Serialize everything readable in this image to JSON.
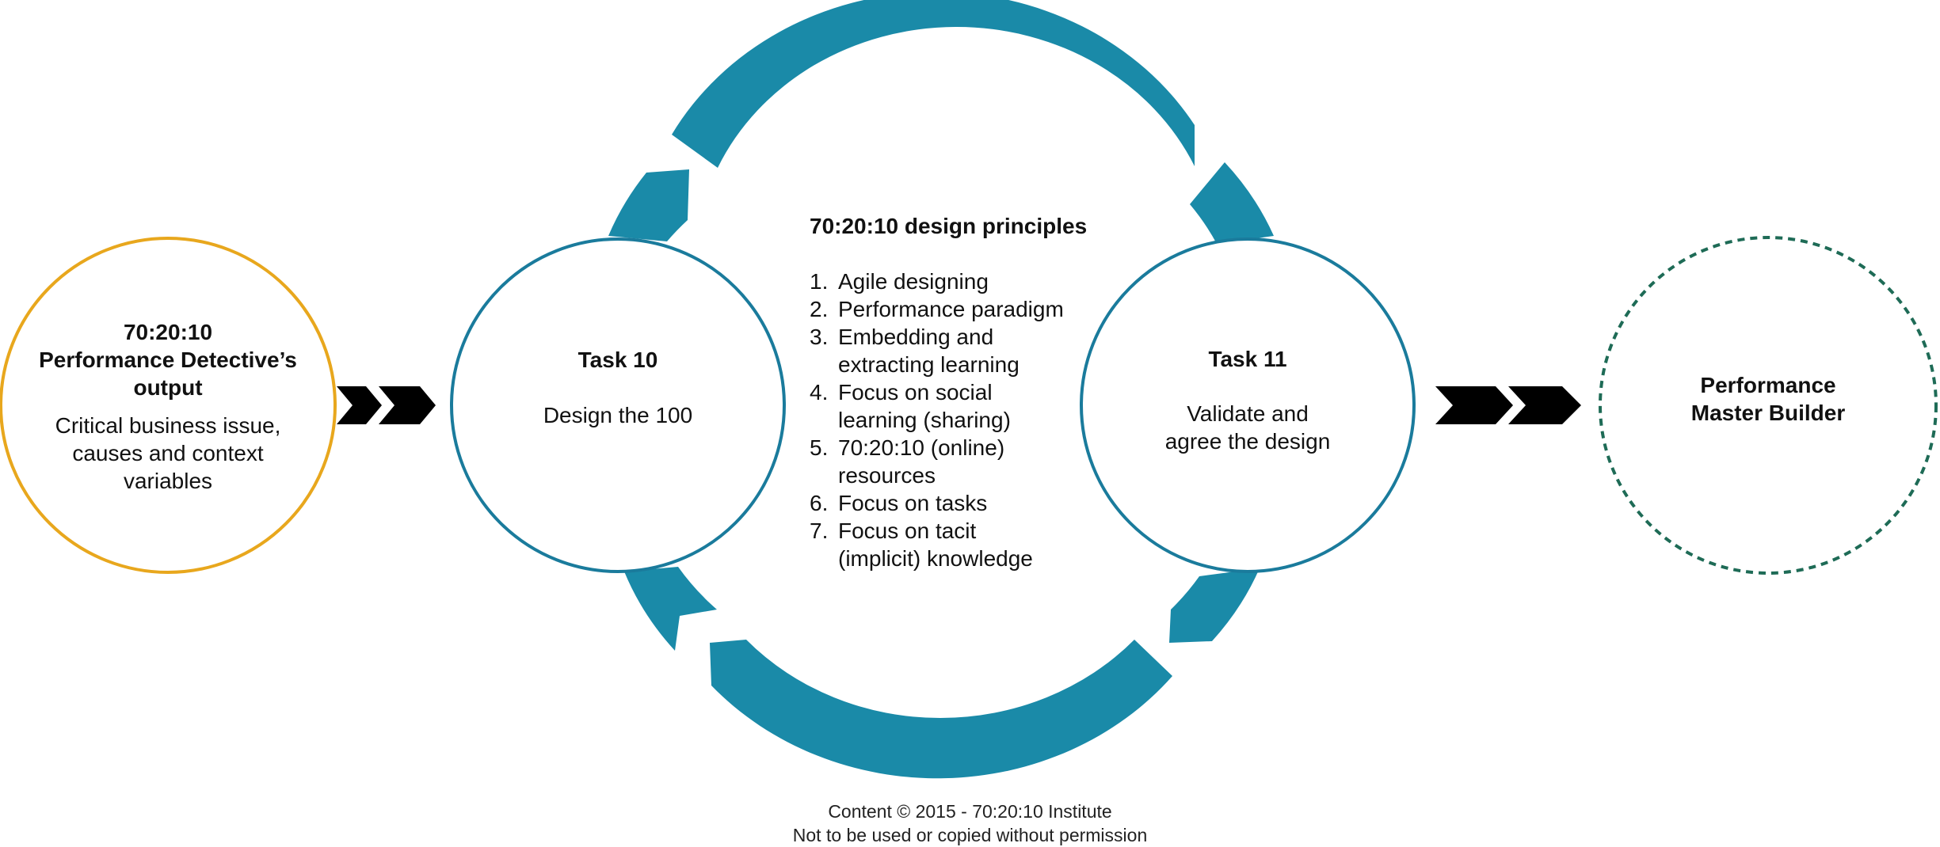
{
  "colors": {
    "cycle_arrow": "#1a8aa8",
    "task_circle_stroke": "#1a7b9c",
    "input_circle_stroke": "#e8a71d",
    "output_circle_stroke": "#1e6b56",
    "chevron": "#000000"
  },
  "input": {
    "title_line1": "70:20:10",
    "title_line2": "Performance Detective’s",
    "title_line3": "output",
    "body_line1": "Critical business issue,",
    "body_line2": "causes and context",
    "body_line3": "variables"
  },
  "task10": {
    "title": "Task 10",
    "body": "Design the 100"
  },
  "task11": {
    "title": "Task 11",
    "body_line1": "Validate and",
    "body_line2": "agree the design"
  },
  "principles": {
    "heading": "70:20:10 design principles",
    "items": [
      {
        "num": "1.",
        "line1": "Agile designing",
        "line2": ""
      },
      {
        "num": "2.",
        "line1": "Performance paradigm",
        "line2": ""
      },
      {
        "num": "3.",
        "line1": "Embedding and",
        "line2": "extracting learning"
      },
      {
        "num": "4.",
        "line1": "Focus on social",
        "line2": "learning (sharing)"
      },
      {
        "num": "5.",
        "line1": "70:20:10 (online)",
        "line2": "resources"
      },
      {
        "num": "6.",
        "line1": "Focus on tasks",
        "line2": ""
      },
      {
        "num": "7.",
        "line1": "Focus on tacit",
        "line2": "(implicit) knowledge"
      }
    ]
  },
  "output": {
    "line1": "Performance",
    "line2": "Master Builder"
  },
  "footer": {
    "line1": "Content © 2015 - 70:20:10 Institute",
    "line2": "Not to be used or copied without permission"
  }
}
